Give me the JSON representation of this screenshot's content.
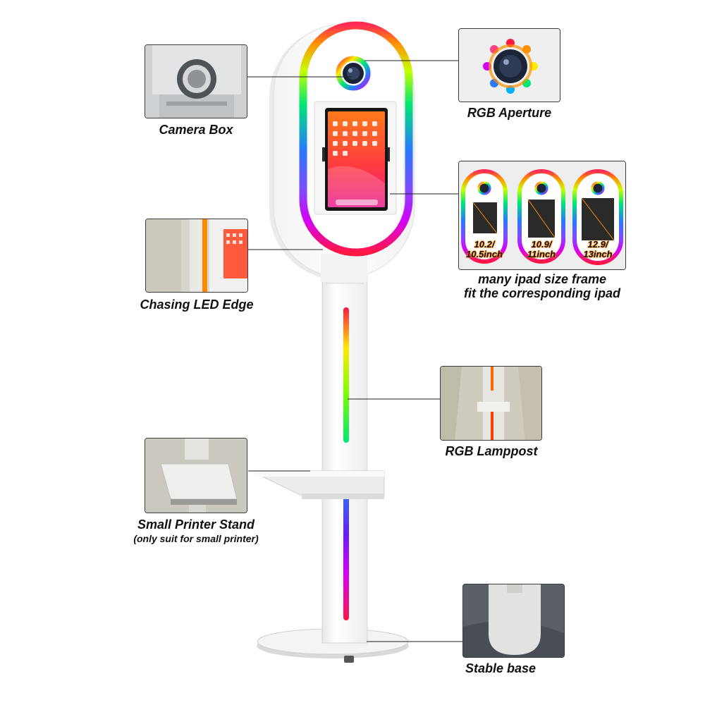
{
  "features": {
    "camera_box": "Camera Box",
    "rgb_aperture": "RGB Aperture",
    "chasing_led_edge": "Chasing LED Edge",
    "rgb_lamppost": "RGB Lamppost",
    "small_printer_stand": "Small Printer Stand",
    "small_printer_note": "(only suit for small printer)",
    "stable_base": "Stable base"
  },
  "ipad_frames": {
    "caption_line1": "many ipad size frame",
    "caption_line2": "fit the corresponding ipad",
    "sizes": [
      {
        "line1": "10.2/",
        "line2": "10.5inch"
      },
      {
        "line1": "10.9/",
        "line2": "11inch"
      },
      {
        "line1": "12.9/",
        "line2": "13inch"
      }
    ]
  },
  "colors": {
    "led_red": "#ff1744",
    "led_orange": "#ff9100",
    "led_yellow": "#ffea00",
    "led_green": "#00e676",
    "led_blue": "#2979ff",
    "led_violet": "#d500f9",
    "leader_line": "#222222"
  }
}
